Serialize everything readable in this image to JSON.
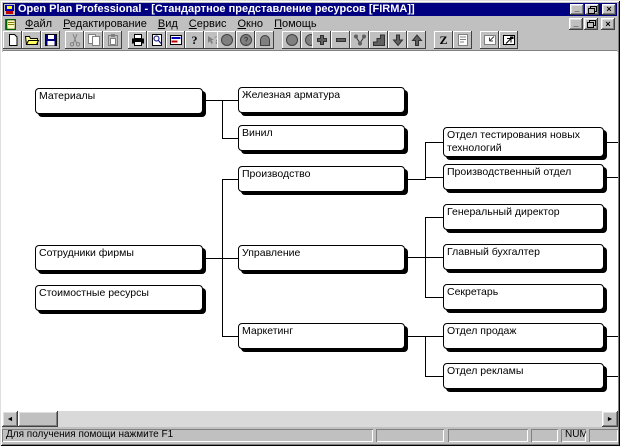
{
  "window": {
    "title": "Open Plan Professional - [Стандартное представление ресурсов [FIRMA]]",
    "controls": {
      "minimize": "_",
      "close": "×"
    }
  },
  "menu": {
    "items": [
      {
        "label": "Файл",
        "hot": "Ф",
        "rest": "айл"
      },
      {
        "label": "Редактирование",
        "hot": "Р",
        "rest": "едактирование"
      },
      {
        "label": "Вид",
        "hot": "В",
        "rest": "ид"
      },
      {
        "label": "Сервис",
        "hot": "С",
        "rest": "ервис"
      },
      {
        "label": "Окно",
        "hot": "О",
        "rest": "кно"
      },
      {
        "label": "Помощь",
        "hot": "П",
        "rest": "омощь"
      }
    ]
  },
  "toolbar": {
    "buttons": [
      "new",
      "open",
      "save",
      "cut",
      "copy",
      "paste",
      "print",
      "print-preview",
      "table",
      "help",
      "context-help",
      "resource-circle-1",
      "resource-circle-2",
      "resource-shape",
      "resource-circle-3",
      "resource-circle-4",
      "add",
      "remove",
      "link",
      "steps",
      "move-down",
      "move-up",
      "sort-z",
      "notes",
      "fit-window",
      "expand-window"
    ],
    "glyphs": {
      "help": "?",
      "context_help": "?",
      "z": "Z"
    }
  },
  "diagram": {
    "nodes": [
      {
        "label": "Материалы"
      },
      {
        "label": "Сотрудники фирмы"
      },
      {
        "label": "Стоимостные ресурсы"
      },
      {
        "label": "Железная арматура"
      },
      {
        "label": "Винил"
      },
      {
        "label": "Производство"
      },
      {
        "label": "Управление"
      },
      {
        "label": "Маркетинг"
      },
      {
        "label": "Отдел тестирования новых технологий"
      },
      {
        "label": "Производственный отдел"
      },
      {
        "label": "Генеральный директор"
      },
      {
        "label": "Главный бухгалтер"
      },
      {
        "label": "Секретарь"
      },
      {
        "label": "Отдел продаж"
      },
      {
        "label": "Отдел рекламы"
      }
    ],
    "edges": [
      [
        "Материалы",
        "Железная арматура"
      ],
      [
        "Материалы",
        "Винил"
      ],
      [
        "Сотрудники фирмы",
        "Производство"
      ],
      [
        "Сотрудники фирмы",
        "Управление"
      ],
      [
        "Сотрудники фирмы",
        "Маркетинг"
      ],
      [
        "Производство",
        "Отдел тестирования новых технологий"
      ],
      [
        "Производство",
        "Производственный отдел"
      ],
      [
        "Управление",
        "Генеральный директор"
      ],
      [
        "Управление",
        "Главный бухгалтер"
      ],
      [
        "Управление",
        "Секретарь"
      ],
      [
        "Маркетинг",
        "Отдел продаж"
      ],
      [
        "Маркетинг",
        "Отдел рекламы"
      ]
    ]
  },
  "scrollbar": {
    "left": "◄",
    "right": "►"
  },
  "statusbar": {
    "message": "Для получения помощи нажмите F1",
    "num": "NUM"
  },
  "colors": {
    "titlebar": "#000080",
    "chrome": "#c0c0c0",
    "canvas": "#ffffff",
    "box_border": "#000000",
    "box_shadow": "#000000"
  }
}
